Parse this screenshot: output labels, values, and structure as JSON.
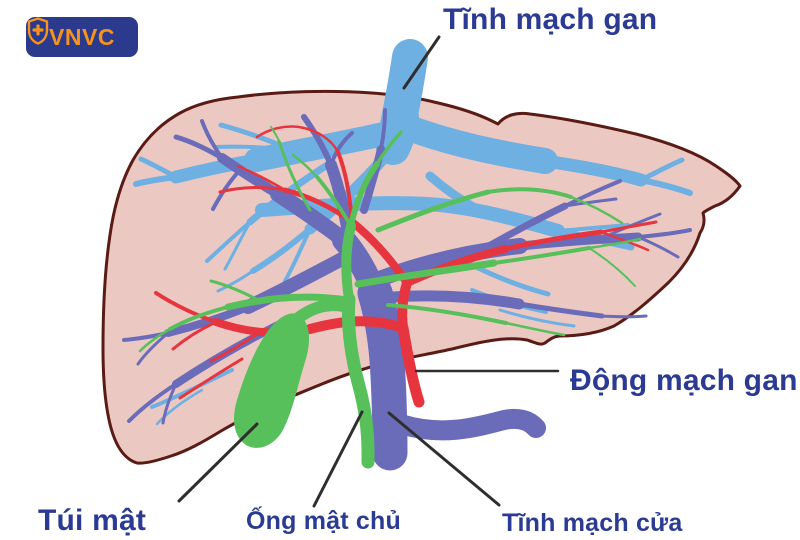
{
  "colors": {
    "c-bg": "#ffffff",
    "c-liver": "#ecc8c3",
    "c-outline": "#5a1b15",
    "c-vein": "#6fb0e3",
    "c-portal": "#6a6cba",
    "c-artery": "#e73540",
    "c-bile": "#57c05b",
    "c-label": "#2b3a92",
    "c-leader": "#2e2e2e",
    "c-logo-bg": "#2b3a8c",
    "c-logo-accent": "#f6921e"
  },
  "logo": {
    "text": "VNVC",
    "icon": "shield-cross-icon"
  },
  "labels": {
    "hepatic_vein": "Tĩnh mạch gan",
    "hepatic_artery": "Động mạch gan",
    "gallbladder": "Túi mật",
    "common_bile_duct": "Ống mật chủ",
    "portal_vein": "Tĩnh mạch cửa"
  }
}
